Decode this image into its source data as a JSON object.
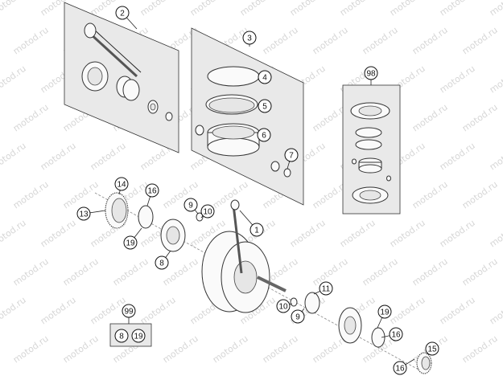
{
  "diagram": {
    "watermark": "motod.ru",
    "callouts": [
      {
        "id": "c2",
        "label": "2"
      },
      {
        "id": "c3",
        "label": "3"
      },
      {
        "id": "c4",
        "label": "4"
      },
      {
        "id": "c5",
        "label": "5"
      },
      {
        "id": "c6",
        "label": "6"
      },
      {
        "id": "c7",
        "label": "7"
      },
      {
        "id": "c98",
        "label": "98"
      },
      {
        "id": "c14",
        "label": "14"
      },
      {
        "id": "c16a",
        "label": "16"
      },
      {
        "id": "c9a",
        "label": "9"
      },
      {
        "id": "c10a",
        "label": "10"
      },
      {
        "id": "c13",
        "label": "13"
      },
      {
        "id": "c1",
        "label": "1"
      },
      {
        "id": "c19a",
        "label": "19"
      },
      {
        "id": "c8a",
        "label": "8"
      },
      {
        "id": "c11",
        "label": "11"
      },
      {
        "id": "c10b",
        "label": "10"
      },
      {
        "id": "c9b",
        "label": "9"
      },
      {
        "id": "c19b",
        "label": "19"
      },
      {
        "id": "c16b",
        "label": "16"
      },
      {
        "id": "c15",
        "label": "15"
      },
      {
        "id": "c16c",
        "label": "16"
      },
      {
        "id": "c99",
        "label": "99"
      },
      {
        "id": "c8b",
        "label": "8"
      },
      {
        "id": "c19c",
        "label": "19"
      }
    ]
  }
}
